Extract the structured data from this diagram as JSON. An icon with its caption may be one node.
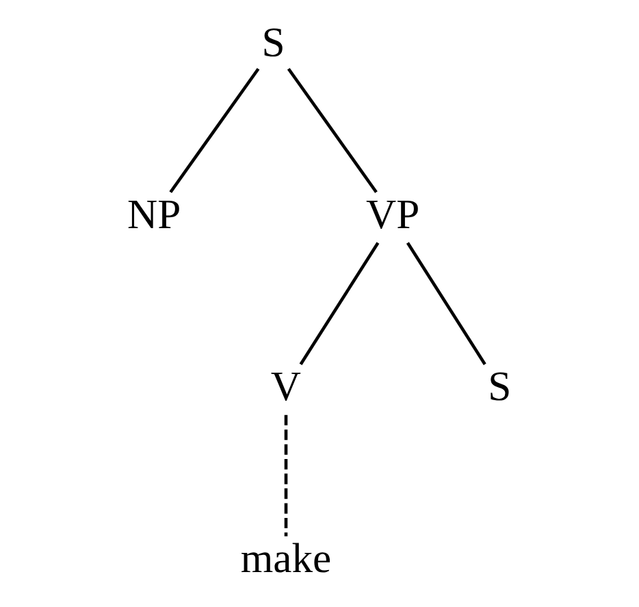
{
  "diagram": {
    "nodes": [
      {
        "text": [
          "S"
        ]
      },
      {
        "text": [
          "NP"
        ]
      },
      {
        "text": [
          "VP"
        ]
      },
      {
        "text": [
          "V"
        ]
      },
      {
        "text": [
          "S"
        ]
      },
      {
        "text": [
          "make"
        ]
      }
    ],
    "edges": [
      {
        "from": 0,
        "to": 1,
        "arrow": "none"
      },
      {
        "from": 0,
        "to": 2,
        "arrow": "none"
      },
      {
        "from": 2,
        "to": 3,
        "arrow": "none"
      },
      {
        "from": 2,
        "to": 4,
        "arrow": "none"
      },
      {
        "from": 3,
        "to": 5,
        "arrow": "none",
        "style": "dashed"
      }
    ]
  }
}
